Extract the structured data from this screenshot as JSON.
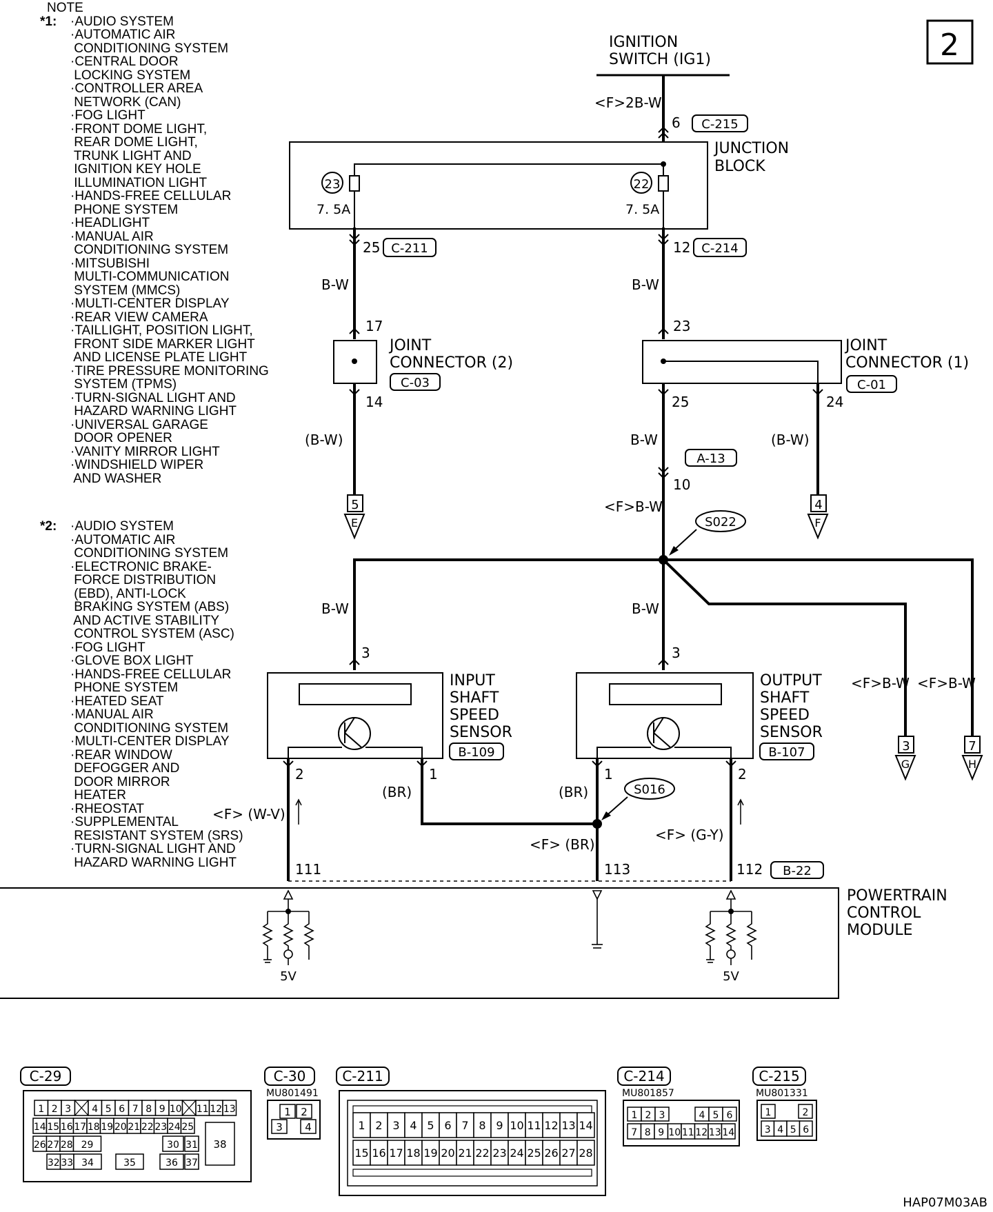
{
  "page_number": "2",
  "image_code": "HAP07M03AB",
  "notes": {
    "title": "NOTE",
    "groups": [
      {
        "marker": "*1:",
        "items": [
          "·AUDIO SYSTEM",
          "·AUTOMATIC AIR",
          " CONDITIONING SYSTEM",
          "·CENTRAL DOOR",
          " LOCKING SYSTEM",
          "·CONTROLLER AREA",
          " NETWORK (CAN)",
          "·FOG LIGHT",
          "·FRONT DOME LIGHT,",
          " REAR DOME LIGHT,",
          " TRUNK LIGHT AND",
          " IGNITION KEY HOLE",
          " ILLUMINATION LIGHT",
          "·HANDS-FREE CELLULAR",
          " PHONE SYSTEM",
          "·HEADLIGHT",
          "·MANUAL AIR",
          " CONDITIONING SYSTEM",
          "·MITSUBISHI",
          " MULTI-COMMUNICATION",
          " SYSTEM (MMCS)",
          "·MULTI-CENTER DISPLAY",
          "·REAR VIEW CAMERA",
          "·TAILLIGHT, POSITION LIGHT,",
          " FRONT SIDE MARKER LIGHT",
          " AND LICENSE PLATE LIGHT",
          "·TIRE PRESSURE MONITORING",
          " SYSTEM (TPMS)",
          "·TURN-SIGNAL LIGHT AND",
          " HAZARD WARNING LIGHT",
          "·UNIVERSAL GARAGE",
          " DOOR OPENER",
          "·VANITY MIRROR LIGHT",
          "·WINDSHIELD WIPER",
          " AND WASHER"
        ]
      },
      {
        "marker": "*2:",
        "items": [
          "·AUDIO SYSTEM",
          "·AUTOMATIC AIR",
          " CONDITIONING SYSTEM",
          "·ELECTRONIC BRAKE-",
          " FORCE DISTRIBUTION",
          " (EBD), ANTI-LOCK",
          " BRAKING SYSTEM (ABS)",
          " AND ACTIVE STABILITY",
          " CONTROL SYSTEM (ASC)",
          "·FOG LIGHT",
          "·GLOVE BOX LIGHT",
          "·HANDS-FREE CELLULAR",
          " PHONE SYSTEM",
          "·HEATED SEAT",
          "·MANUAL AIR",
          " CONDITIONING SYSTEM",
          "·MULTI-CENTER DISPLAY",
          "·REAR WINDOW",
          " DEFOGGER AND",
          " DOOR MIRROR",
          " HEATER",
          "·RHEOSTAT",
          "·SUPPLEMENTAL",
          " RESISTANT SYSTEM (SRS)",
          "·TURN-SIGNAL LIGHT AND",
          " HAZARD WARNING LIGHT"
        ]
      }
    ]
  },
  "components": {
    "ignition_switch": [
      "IGNITION",
      "SWITCH (IG1)"
    ],
    "junction_block": [
      "JUNCTION",
      "BLOCK"
    ],
    "joint_connector_2": {
      "lines": [
        "JOINT",
        "CONNECTOR (2)"
      ],
      "code": "C-03"
    },
    "joint_connector_1": {
      "lines": [
        "JOINT",
        "CONNECTOR (1)"
      ],
      "code": "C-01"
    },
    "input_sensor": {
      "lines": [
        "INPUT",
        "SHAFT",
        "SPEED",
        "SENSOR"
      ],
      "code": "B-109"
    },
    "output_sensor": {
      "lines": [
        "OUTPUT",
        "SHAFT",
        "SPEED",
        "SENSOR"
      ],
      "code": "B-107"
    },
    "pcm": [
      "POWERTRAIN",
      "CONTROL",
      "MODULE"
    ]
  },
  "fuses": [
    {
      "number": "23",
      "rating": "7. 5A"
    },
    {
      "number": "22",
      "rating": "7. 5A"
    }
  ],
  "connectors": {
    "c215": "C-215",
    "c211": "C-211",
    "c214": "C-214",
    "a13": "A-13",
    "b22": "B-22",
    "s022": "S022",
    "s016": "S016"
  },
  "pins": {
    "ign_6": "6",
    "jb_25": "25",
    "jb_12": "12",
    "jc2_17": "17",
    "jc2_14": "14",
    "jc1_23": "23",
    "jc1_25": "25",
    "jc1_24": "24",
    "a13_10": "10",
    "in_3": "3",
    "in_2": "2",
    "in_1": "1",
    "out_3": "3",
    "out_1": "1",
    "out_2": "2",
    "pcm_111": "111",
    "pcm_113": "113",
    "pcm_112": "112"
  },
  "wires": {
    "top": "<F>2B-W",
    "bw_left": "B-W",
    "bw_right": "B-W",
    "bw_paren_left": "(B-W)",
    "bw_paren_right": "(B-W)",
    "bw_mid": "B-W",
    "fbw_main": "<F>B-W",
    "bw_in": "B-W",
    "bw_out": "B-W",
    "fbw_g": "<F>B-W",
    "fbw_h": "<F>B-W",
    "br_left": "(BR)",
    "br_right": "(BR)",
    "fbr": "<F> (BR)",
    "fwv": "<F> (W-V)",
    "fgy": "<F> (G-Y)"
  },
  "offpage": [
    {
      "number": "5",
      "letter": "E"
    },
    {
      "number": "4",
      "letter": "F"
    },
    {
      "number": "3",
      "letter": "G"
    },
    {
      "number": "7",
      "letter": "H"
    }
  ],
  "voltage_labels": [
    "5V",
    "5V"
  ],
  "connector_views": {
    "c29": {
      "code": "C-29",
      "row1": [
        "1",
        "2",
        "3",
        "",
        "4",
        "5",
        "6",
        "7",
        "8",
        "9",
        "10",
        "",
        "11",
        "12",
        "13"
      ],
      "row2": [
        "14",
        "15",
        "16",
        "17",
        "18",
        "19",
        "20",
        "21",
        "22",
        "23",
        "24",
        "25"
      ],
      "row3": [
        "26",
        "27",
        "28",
        "29",
        "30",
        "31"
      ],
      "row4": [
        "32",
        "33",
        "34",
        "35",
        "36",
        "37"
      ],
      "big": "38"
    },
    "c30": {
      "code": "C-30",
      "part": "MU801491",
      "pins": [
        "1",
        "2",
        "3",
        "4"
      ]
    },
    "c211": {
      "code": "C-211",
      "row1": [
        "1",
        "2",
        "3",
        "4",
        "5",
        "6",
        "7",
        "8",
        "9",
        "10",
        "11",
        "12",
        "13",
        "14"
      ],
      "row2": [
        "15",
        "16",
        "17",
        "18",
        "19",
        "20",
        "21",
        "22",
        "23",
        "24",
        "25",
        "26",
        "27",
        "28"
      ]
    },
    "c214": {
      "code": "C-214",
      "part": "MU801857",
      "row1": [
        "1",
        "2",
        "3",
        "4",
        "5",
        "6"
      ],
      "row2": [
        "7",
        "8",
        "9",
        "10",
        "11",
        "12",
        "13",
        "14"
      ]
    },
    "c215": {
      "code": "C-215",
      "part": "MU801331",
      "row1": [
        "1",
        "2"
      ],
      "row2": [
        "3",
        "4",
        "5",
        "6"
      ]
    }
  }
}
